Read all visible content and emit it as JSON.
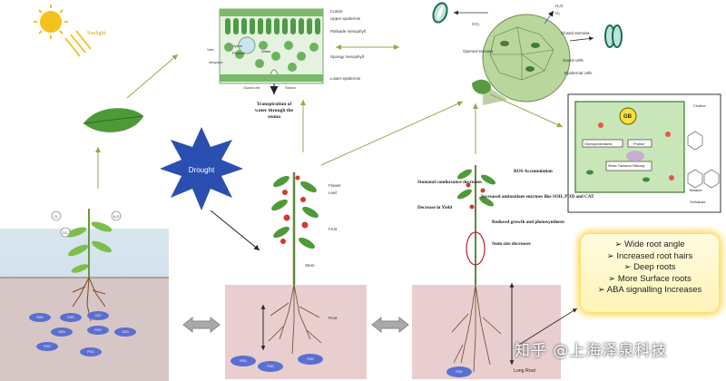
{
  "sunlight_label": "Sunlight",
  "drought_label": "Drought",
  "leaf_cross_section": {
    "top_labels": [
      "Cuticle",
      "Upper epidermis",
      "Palisade mesophyll",
      "Spongy mesophyll",
      "Lower epidermis"
    ],
    "left_labels": [
      "Vein",
      "Xylem",
      "Phloem",
      "Airspace"
    ],
    "water_label": "Water",
    "guard_cell_label": "Guard cell",
    "stoma_label": "Stoma",
    "caption_line1": "Transpiration of",
    "caption_line2": "water through the",
    "caption_line3": "stoma"
  },
  "stomata_detail": {
    "labels": [
      "CO₂",
      "H₂O",
      "O₂",
      "Opened stomata",
      "Closed stomata",
      "Guard cells",
      "Epidermal cells"
    ]
  },
  "gb_panel": {
    "gb_label": "GB",
    "labels": [
      "Betaine",
      "Choline",
      "Proline",
      "Osmoprotectants",
      "Stress Tolerance Pathway",
      "Trehalose"
    ]
  },
  "normal_plant": {
    "flower_label": "Flower",
    "leaf_label": "Leaf",
    "fruit_label": "Fruit",
    "stem_label": "Stem",
    "root_label": "Root"
  },
  "stressed_plant": {
    "effects": [
      "ROS Accumulation",
      "Stomatal conductance decreases",
      "Increased antioxidant enzymes like SOD, POD and CAT",
      "Decrease in Yield",
      "Reduced growth and photosynthesis",
      "Stem size decreases"
    ],
    "long_root_label": "Long Root"
  },
  "enzyme_labels": [
    "SOD",
    "POD",
    "CAT",
    "SOD",
    "POD",
    "SOD",
    "POD",
    "POD"
  ],
  "bubble_labels": [
    "O₂",
    "CO₂",
    "H₂O"
  ],
  "adaptations": [
    "Wide root angle",
    "Increased root hairs",
    "Deep roots",
    "More Surface roots",
    "ABA signalling Increases"
  ],
  "watermark": "知乎 @上海泽泉科技",
  "colors": {
    "drought_star": "#2b4fb0",
    "soil": "#e8cece",
    "arrow": "#9aa64a",
    "enzyme": "#5b6fd0",
    "highlight": "#ffd23c"
  }
}
